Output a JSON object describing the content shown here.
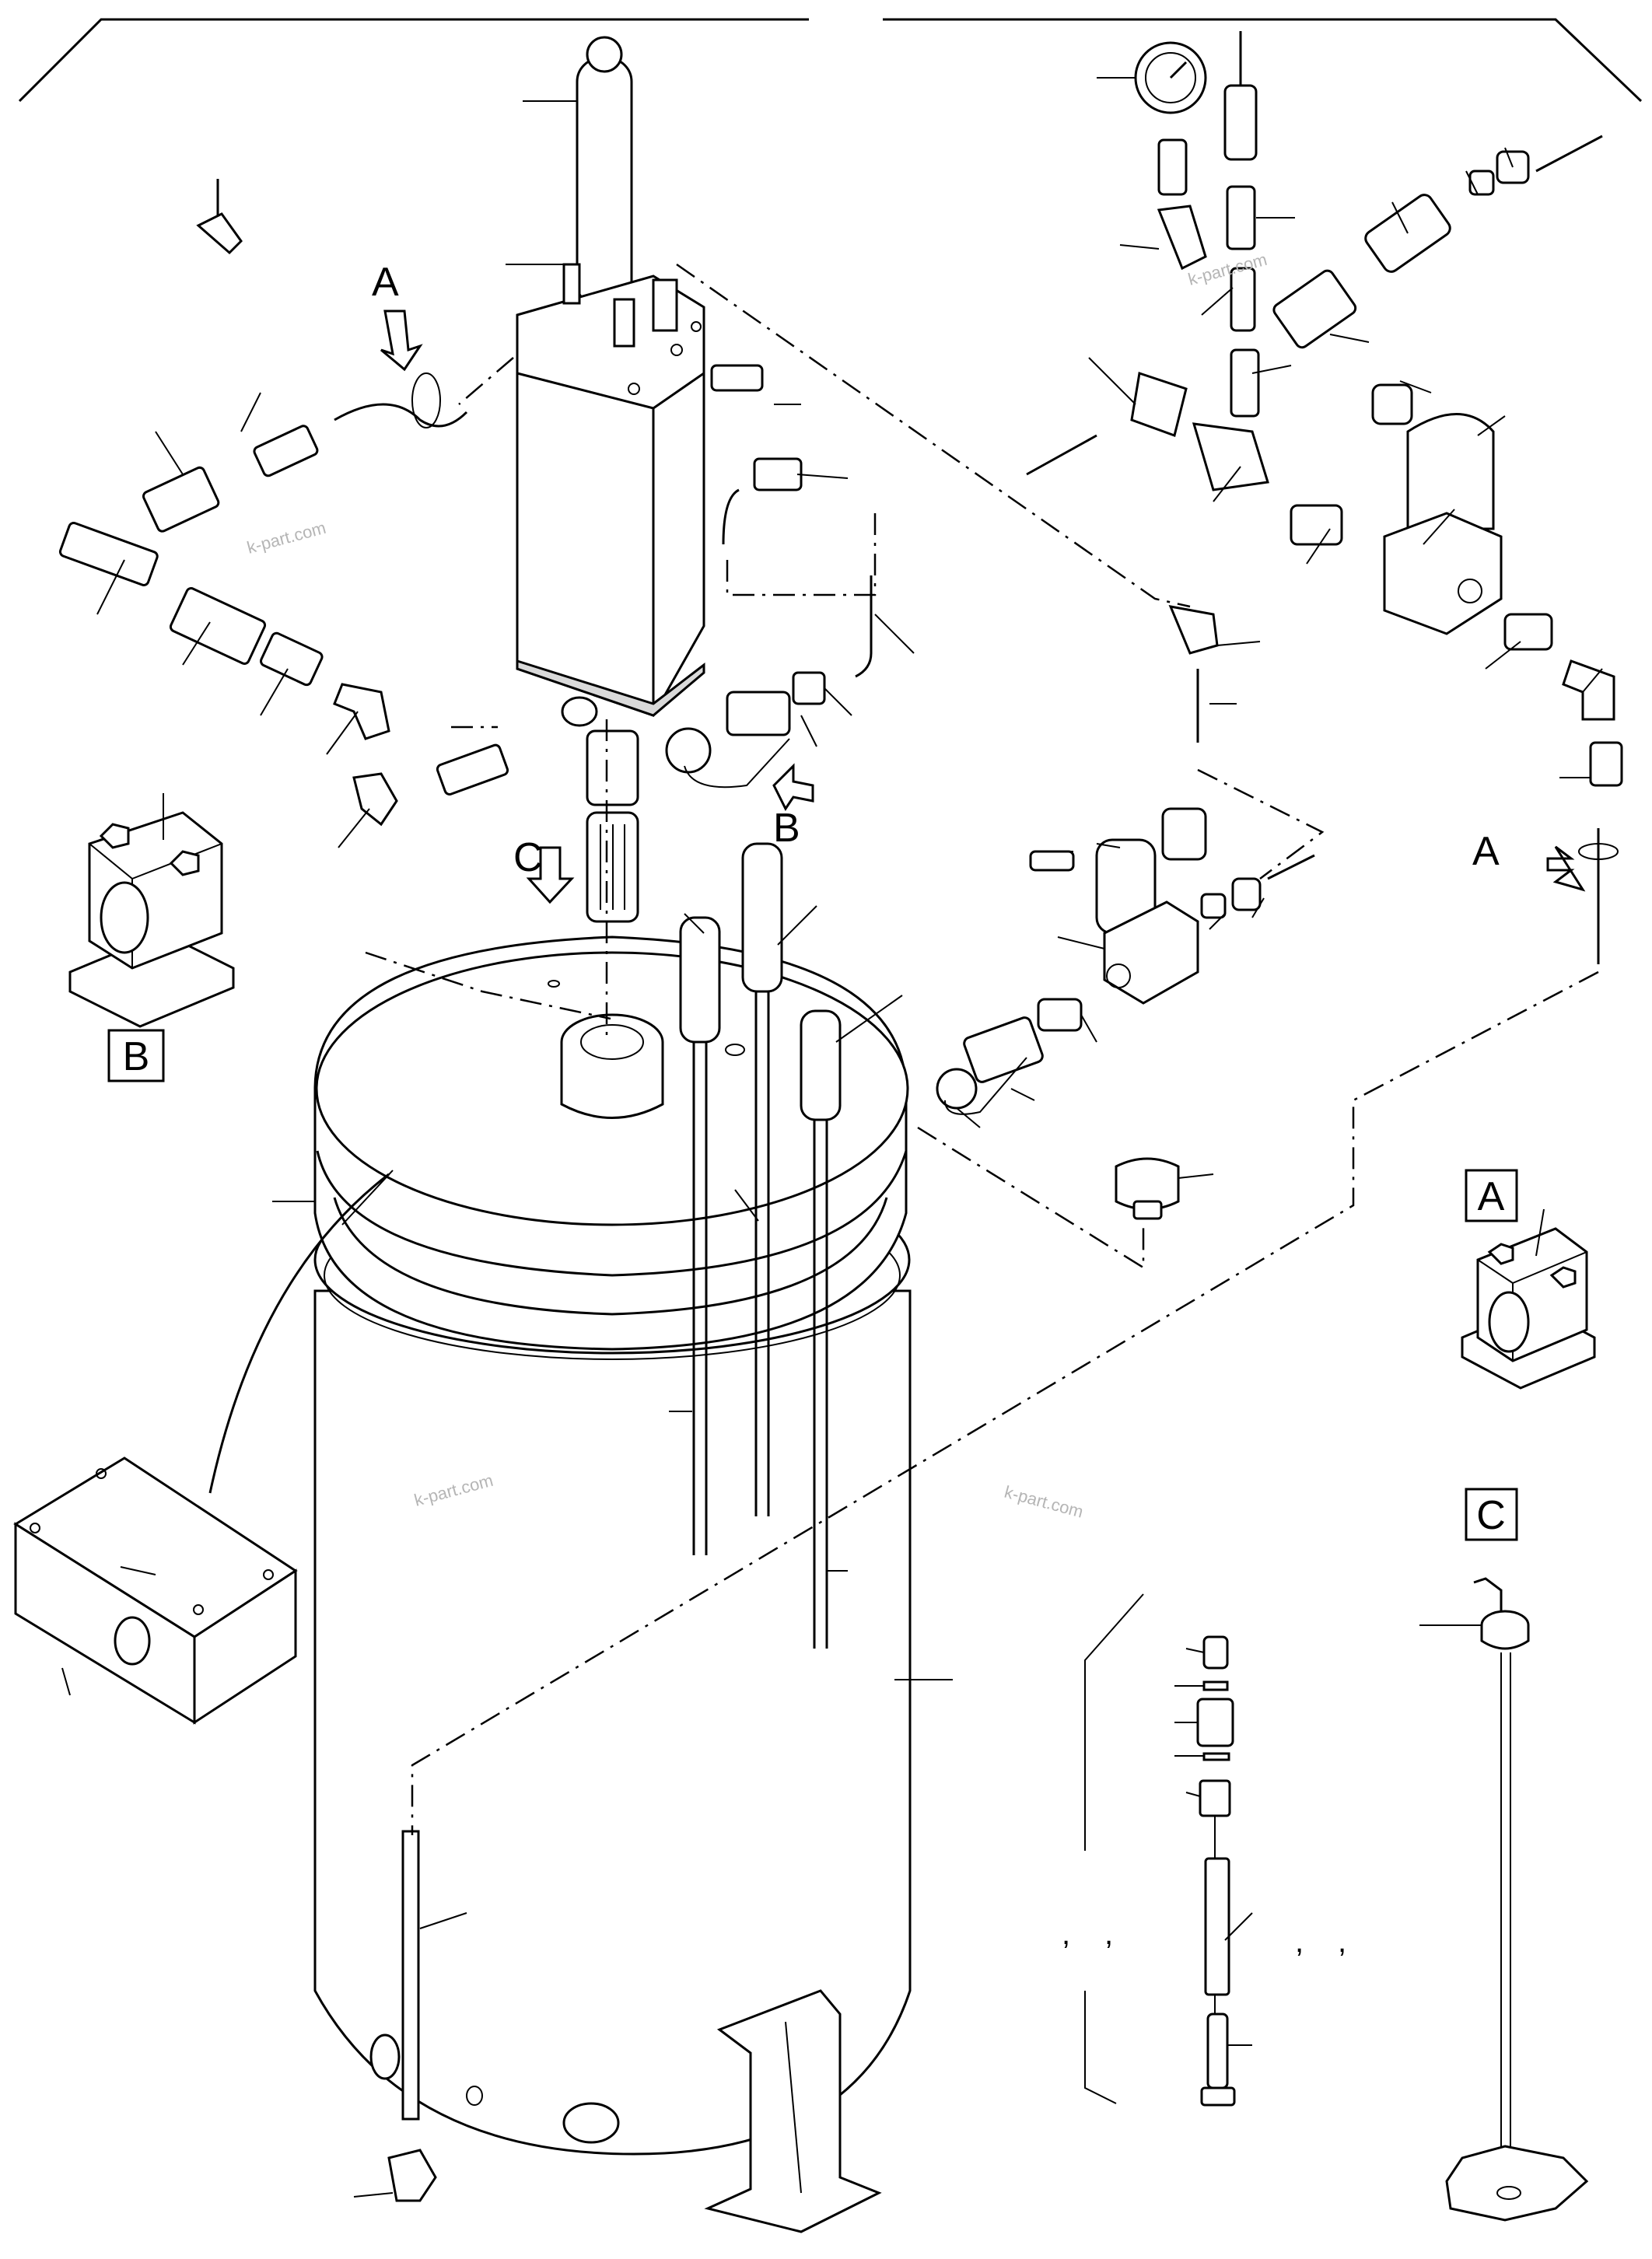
{
  "callouts": {
    "arrow_top_left": "A",
    "arrow_mid_right": "A",
    "arrow_center": "B",
    "arrow_top_lid": "C"
  },
  "boxed_labels": {
    "detail_b": "B",
    "detail_a": "A",
    "detail_c": "C"
  },
  "watermarks": [
    "k-part.com",
    "k-part.com",
    "k-part.com",
    "k-part.com"
  ],
  "separators": [
    ",",
    ",",
    ",",
    ","
  ]
}
